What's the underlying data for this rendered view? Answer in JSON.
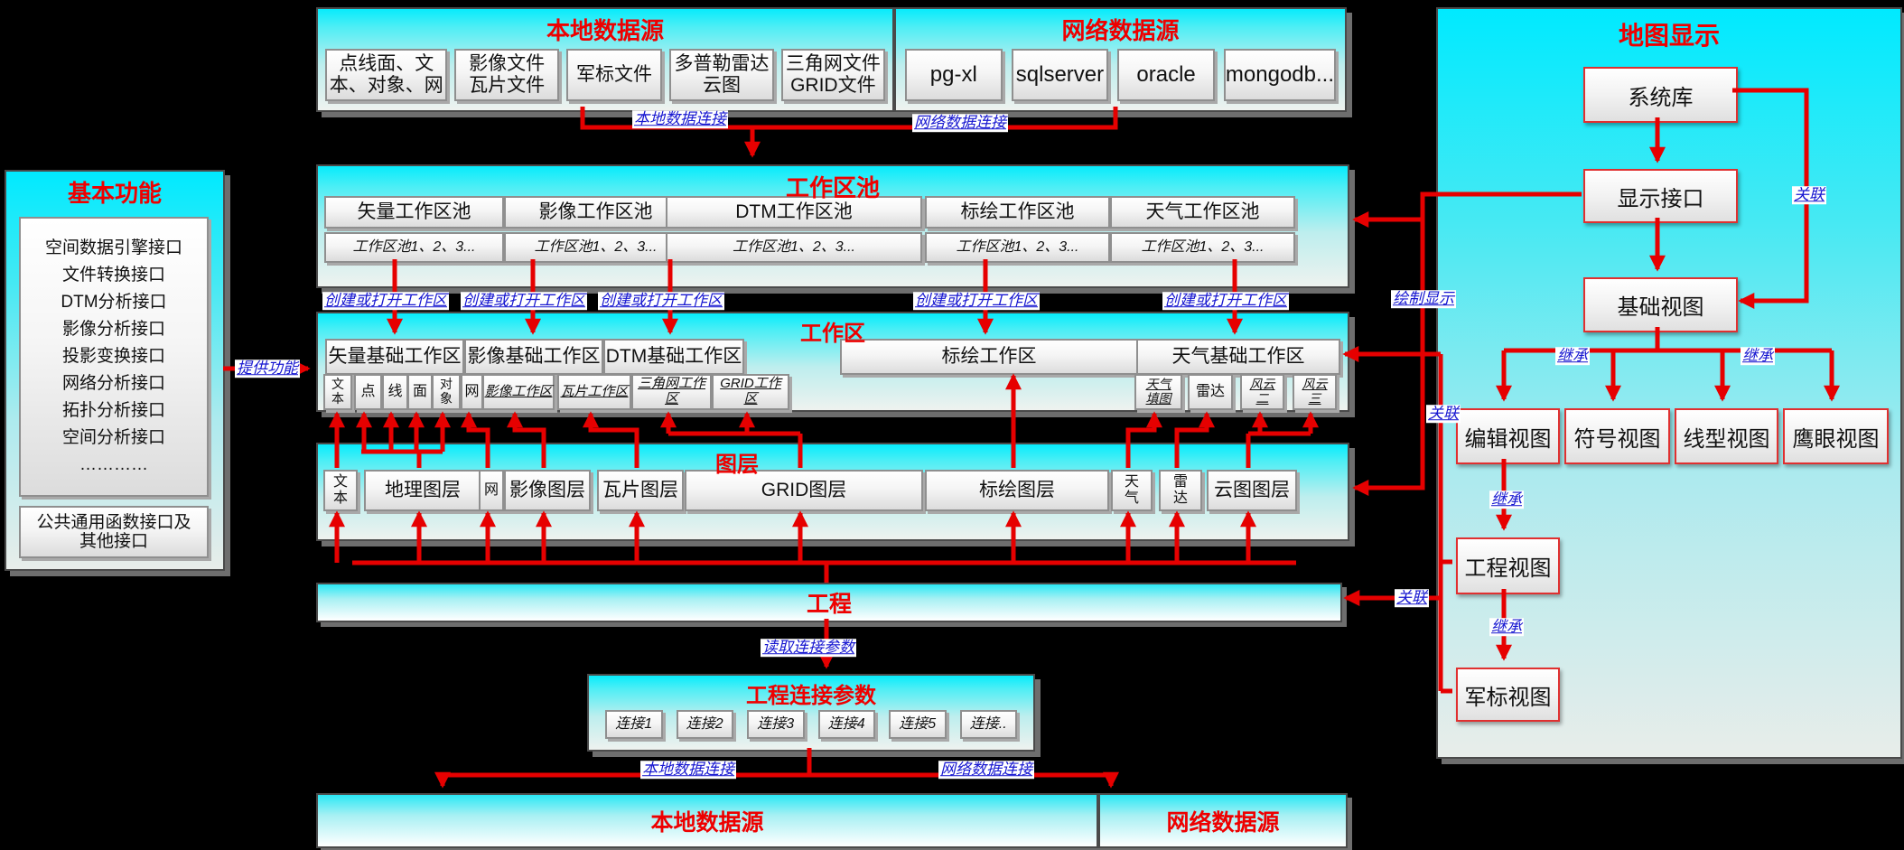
{
  "colors": {
    "accent_red": "#ee0000",
    "label_blue": "#1616d0",
    "panel_cyan": "#00eaff"
  },
  "top_local": {
    "title": "本地数据源",
    "items": [
      "点线面、文\n本、对象、网",
      "影像文件\n瓦片文件",
      "军标文件",
      "多普勒雷达\n云图",
      "三角网文件\nGRID文件"
    ]
  },
  "top_network": {
    "title": "网络数据源",
    "items": [
      "pg-xl",
      "sqlserver",
      "oracle",
      "mongodb..."
    ]
  },
  "basic": {
    "title": "基本功能",
    "interfaces": "空间数据引擎接口\n文件转换接口\nDTM分析接口\n影像分析接口\n投影变换接口\n网络分析接口\n拓扑分析接口\n空间分析接口\n…………",
    "common": "公共通用函数接口及\n其他接口"
  },
  "pool": {
    "title": "工作区池",
    "items": [
      "矢量工作区池",
      "影像工作区池",
      "DTM工作区池",
      "标绘工作区池",
      "天气工作区池"
    ],
    "instances": "工作区池1、2、3..."
  },
  "workspace": {
    "title": "工作区",
    "mains": [
      "矢量基础工作区",
      "影像基础工作区",
      "DTM基础工作区",
      "标绘工作区",
      "天气基础工作区"
    ],
    "subs": [
      "文\n本",
      "点",
      "线",
      "面",
      "对\n象",
      "网",
      "影像工作区",
      "瓦片工作区",
      "三角网工作区",
      "GRID工作区",
      "天气\n填图",
      "雷达",
      "风云\n二",
      "风云\n三"
    ]
  },
  "layers": {
    "title": "图层",
    "items": [
      "文\n本",
      "地理图层",
      "网",
      "影像图层",
      "瓦片图层",
      "GRID图层",
      "标绘图层",
      "天\n气",
      "雷\n达",
      "云图图层"
    ]
  },
  "project": {
    "title": "工程"
  },
  "params": {
    "title": "工程连接参数",
    "items": [
      "连接1",
      "连接2",
      "连接3",
      "连接4",
      "连接5",
      "连接.."
    ]
  },
  "bottom": {
    "local": "本地数据源",
    "network": "网络数据源"
  },
  "map": {
    "title": "地图显示",
    "nodes": {
      "system_lib": "系统库",
      "display_if": "显示接口",
      "base_view": "基础视图",
      "edit_view": "编辑视图",
      "symbol_view": "符号视图",
      "line_view": "线型视图",
      "eagle_view": "鹰眼视图",
      "project_view": "工程视图",
      "military_view": "军标视图"
    }
  },
  "edge_labels": {
    "local_conn": "本地数据连接",
    "net_conn": "网络数据连接",
    "create_open": "创建或打开工作区",
    "provide": "提供功能",
    "draw": "绘制显示",
    "assoc": "关联",
    "inherit": "继承",
    "read_params": "读取连接参数"
  }
}
